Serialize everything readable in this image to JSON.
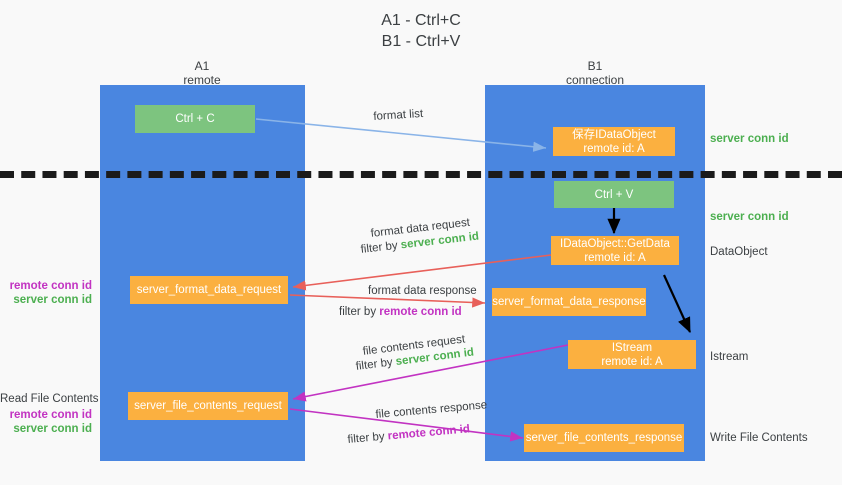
{
  "title": {
    "line1": "A1 - Ctrl+C",
    "line2": "B1 - Ctrl+V"
  },
  "columns": [
    {
      "name": "A1",
      "sub": "remote"
    },
    {
      "name": "B1",
      "sub": "connection"
    }
  ],
  "nodes": {
    "ctrl_c": {
      "label": "Ctrl + C",
      "color": "#7dc47f"
    },
    "ctrl_v": {
      "label": "Ctrl + V",
      "color": "#7dc47f"
    },
    "save_idataobject": {
      "line1": "保存IDataObject",
      "line2": "remote id: A",
      "color": "#fbb040"
    },
    "getdata": {
      "line1": "IDataObject::GetData",
      "line2": "remote id: A",
      "color": "#fbb040"
    },
    "istream": {
      "line1": "IStream",
      "line2": "remote id: A",
      "color": "#fbb040"
    },
    "format_data_request": {
      "label": "server_format_data_request",
      "color": "#fbb040"
    },
    "format_data_response": {
      "label": "server_format_data_response",
      "color": "#fbb040"
    },
    "file_contents_request": {
      "label": "server_file_contents_request",
      "color": "#fbb040"
    },
    "file_contents_response": {
      "label": "server_file_contents_response",
      "color": "#fbb040"
    }
  },
  "right_labels": {
    "server_conn_id_top": "server conn id",
    "server_conn_id_second": "server conn id",
    "dataobject": "DataObject",
    "istream": "Istream",
    "write_file_contents": "Write File Contents"
  },
  "left_labels": {
    "remote_conn_id_1": "remote conn id",
    "server_conn_id_1": "server conn id",
    "read_file_contents": "Read File Contents",
    "remote_conn_id_2": "remote conn id",
    "server_conn_id_2": "server conn id"
  },
  "edges": {
    "format_list": "format list",
    "format_data_request": "format data request",
    "format_data_request_filter_prefix": "filter by ",
    "format_data_request_filter_value": "server conn id",
    "format_data_response": "format data response",
    "format_data_response_filter_prefix": "filter by ",
    "format_data_response_filter_value": "remote conn id",
    "file_contents_request": "file contents request",
    "file_contents_request_filter_prefix": "filter by ",
    "file_contents_request_filter_value": "server conn id",
    "file_contents_response": "file contents response",
    "file_contents_response_filter_prefix": "filter by ",
    "file_contents_response_filter_value": "remote conn id"
  },
  "colors": {
    "lane": "#4a86e0",
    "green_node": "#7dc47f",
    "orange_node": "#fbb040",
    "green_text": "#4caf50",
    "purple_text": "#c233c2",
    "red_arrow": "#e8605a",
    "magenta_arrow": "#c233c2",
    "blue_arrow": "#8ab4e8",
    "black_arrow": "#000000",
    "background": "#f9f9f9"
  }
}
